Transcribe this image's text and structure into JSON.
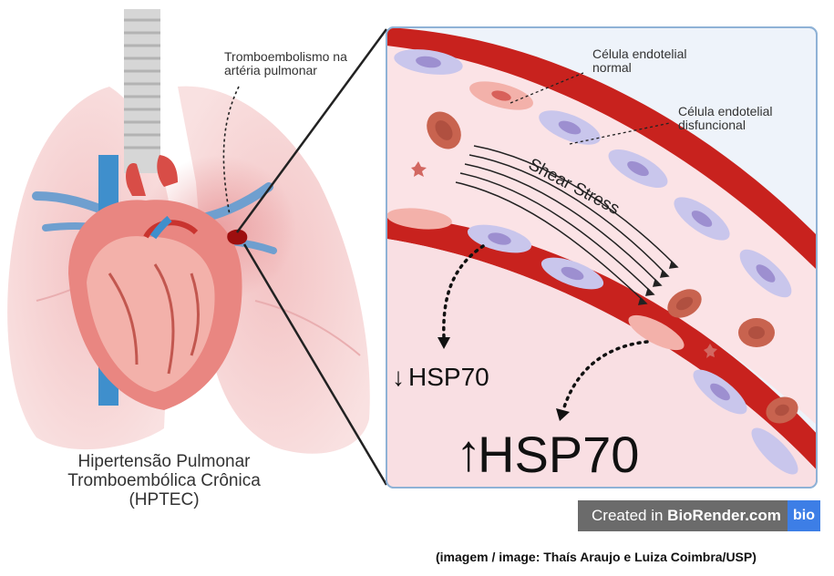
{
  "labels": {
    "thrombo": "Tromboembolismo na artéria pulmonar",
    "cell_normal": "Célula endotelial normal",
    "cell_dysfunctional": "Célula endotelial disfuncional",
    "shear_stress": "Shear Stress",
    "hsp_down_arrow": "↓",
    "hsp_down": "HSP70",
    "hsp_up_arrow": "↑",
    "hsp_up": "HSP70",
    "title_line1": "Hipertensão Pulmonar",
    "title_line2": "Tromboembólica Crônica",
    "title_line3": "(HPTEC)"
  },
  "badge": {
    "prefix": "Created in ",
    "brand": "BioRender.com",
    "logo": "bio"
  },
  "credit": "(imagem / image: Thaís Araujo e Luiza Coimbra/USP)",
  "colors": {
    "vessel_wall": "#c8221e",
    "lumen": "#fbe3e6",
    "panel_border": "#8fb2d6",
    "panel_bg": "#eef3fa",
    "endothelial_cell": "#c9c6ec",
    "nucleus": "#9d8fd0",
    "rbc": "#c8634f",
    "lung": "#f4c9c9",
    "heart": "#e98681",
    "vein": "#3f8fcc",
    "badge_bg": "#6b6b6b",
    "badge_logo": "#3d7ee6"
  }
}
